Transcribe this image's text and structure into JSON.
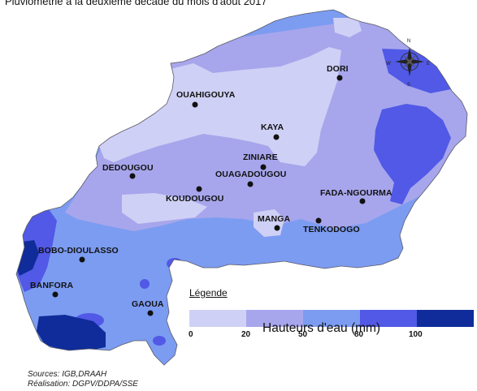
{
  "title": "Pluviométrie à la deuxième décade du mois d'août 2017",
  "compass": {
    "n": "N",
    "s": "S",
    "e": "E",
    "w": "W"
  },
  "colors": {
    "very_light": "#cfd0f5",
    "light": "#a7a6ec",
    "medium": "#7c9cf1",
    "dark": "#5159e6",
    "very_dark": "#0f2c9a"
  },
  "cities": [
    {
      "name": "DORI",
      "label": "DORI"
    },
    {
      "name": "OUAHIGOUYA",
      "label": "OUAHIGOUYA"
    },
    {
      "name": "KAYA",
      "label": "KAYA"
    },
    {
      "name": "ZINIARE",
      "label": "ZINIARE"
    },
    {
      "name": "OUAGADOUGOU",
      "label": "OUAGADOUGOU"
    },
    {
      "name": "DEDOUGOU",
      "label": "DEDOUGOU"
    },
    {
      "name": "KOUDOUGOU",
      "label": "KOUDOUGOU"
    },
    {
      "name": "FADA-NGOURMA",
      "label": "FADA-NGOURMA"
    },
    {
      "name": "MANGA",
      "label": "MANGA"
    },
    {
      "name": "TENKODOGO",
      "label": "TENKODOGO"
    },
    {
      "name": "BOBO-DIOULASSO",
      "label": "BOBO-DIOULASSO"
    },
    {
      "name": "BANFORA",
      "label": "BANFORA"
    },
    {
      "name": "GAOUA",
      "label": "GAOUA"
    }
  ],
  "legend": {
    "title": "Légende",
    "ticks": [
      "0",
      "20",
      "50",
      "80",
      "100"
    ],
    "unit_label": "Hauteurs d'eau (mm)"
  },
  "sources": {
    "line1": "Sources: IGB,DRAAH",
    "line2": "Réalisation: DGPV/DDPA/SSE"
  }
}
